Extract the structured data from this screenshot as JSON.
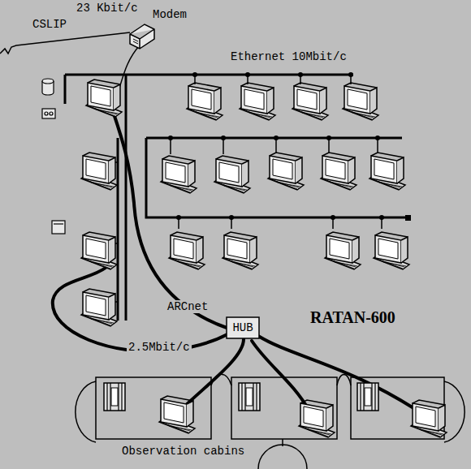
{
  "diagram": {
    "nodes": [
      {
        "text": [
          "Modem"
        ]
      },
      {
        "text": [
          "HUB"
        ]
      }
    ],
    "labels": [
      "CSLIP",
      "23 Kbit/c",
      "Ethernet 10Mbit/c",
      "ARCnet",
      "2.5Mbit/c",
      "RATAN-600",
      "Observation cabins"
    ]
  }
}
